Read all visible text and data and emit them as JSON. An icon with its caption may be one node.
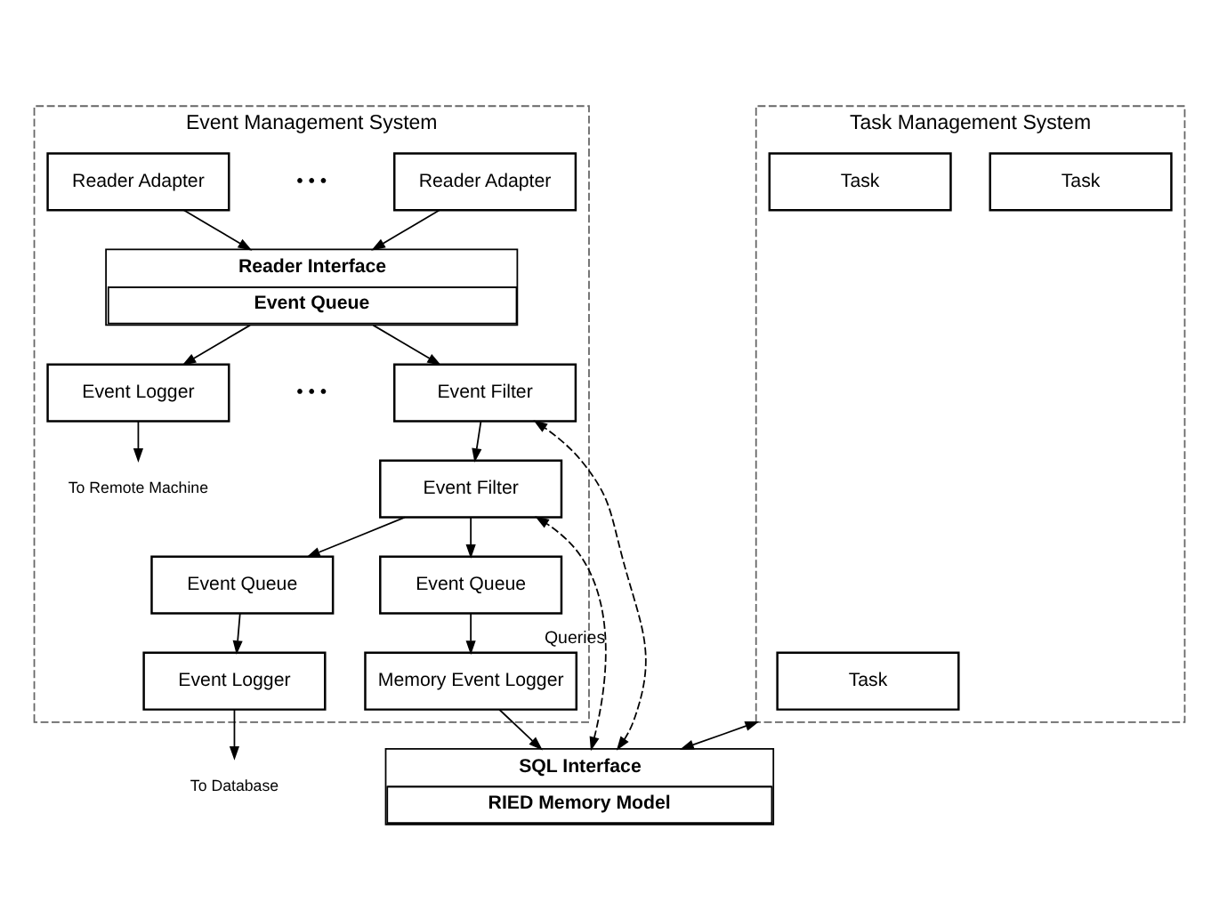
{
  "diagram": {
    "nodes": [
      {
        "text": [
          "Event Management System"
        ]
      },
      {
        "text": [
          "Reader Adapter"
        ],
        "in": 0
      },
      {
        "text": [
          "Reader Adapter"
        ],
        "in": 0
      },
      {
        "text": [
          "Reader Interface",
          "Event Queue"
        ],
        "in": 0
      },
      {
        "text": [
          "Event Logger"
        ],
        "in": 0
      },
      {
        "text": [
          "Event Filter"
        ],
        "in": 0
      },
      {
        "text": [
          "To Remote Machine"
        ],
        "in": 0
      },
      {
        "text": [
          "Event Filter"
        ],
        "in": 0
      },
      {
        "text": [
          "Event Queue"
        ],
        "in": 0
      },
      {
        "text": [
          "Event Queue"
        ],
        "in": 0
      },
      {
        "text": [
          "Event Logger"
        ],
        "in": 0
      },
      {
        "text": [
          "Memory Event Logger"
        ],
        "in": 0
      },
      {
        "text": [
          "To Database"
        ]
      },
      {
        "text": [
          "Task Management System"
        ]
      },
      {
        "text": [
          "Task"
        ],
        "in": 13
      },
      {
        "text": [
          "Task"
        ],
        "in": 13
      },
      {
        "text": [
          "Task"
        ],
        "in": 13
      },
      {
        "text": [
          "SQL Interface",
          "RIED Memory Model"
        ]
      }
    ],
    "edges": [
      {
        "from": 1,
        "to": 3,
        "arrow": "to"
      },
      {
        "from": 2,
        "to": 3,
        "arrow": "to"
      },
      {
        "from": 3,
        "to": 4,
        "arrow": "to"
      },
      {
        "from": 3,
        "to": 5,
        "arrow": "to"
      },
      {
        "from": 4,
        "to": 6,
        "arrow": "to"
      },
      {
        "from": 5,
        "to": 7,
        "arrow": "to"
      },
      {
        "from": 7,
        "to": 8,
        "arrow": "to"
      },
      {
        "from": 7,
        "to": 9,
        "arrow": "to"
      },
      {
        "from": 8,
        "to": 10,
        "arrow": "to"
      },
      {
        "from": 9,
        "to": 11,
        "arrow": "to"
      },
      {
        "from": 10,
        "to": 12,
        "arrow": "to"
      },
      {
        "from": 11,
        "to": 17,
        "arrow": "to"
      },
      {
        "from": 17,
        "to": 5,
        "arrow": "both",
        "style": "dashed"
      },
      {
        "from": 17,
        "to": 7,
        "arrow": "both",
        "style": "dashed",
        "label": "Queries"
      },
      {
        "from": 13,
        "to": 17,
        "arrow": "both"
      }
    ],
    "labels": [
      "• • •",
      "• • •"
    ]
  }
}
